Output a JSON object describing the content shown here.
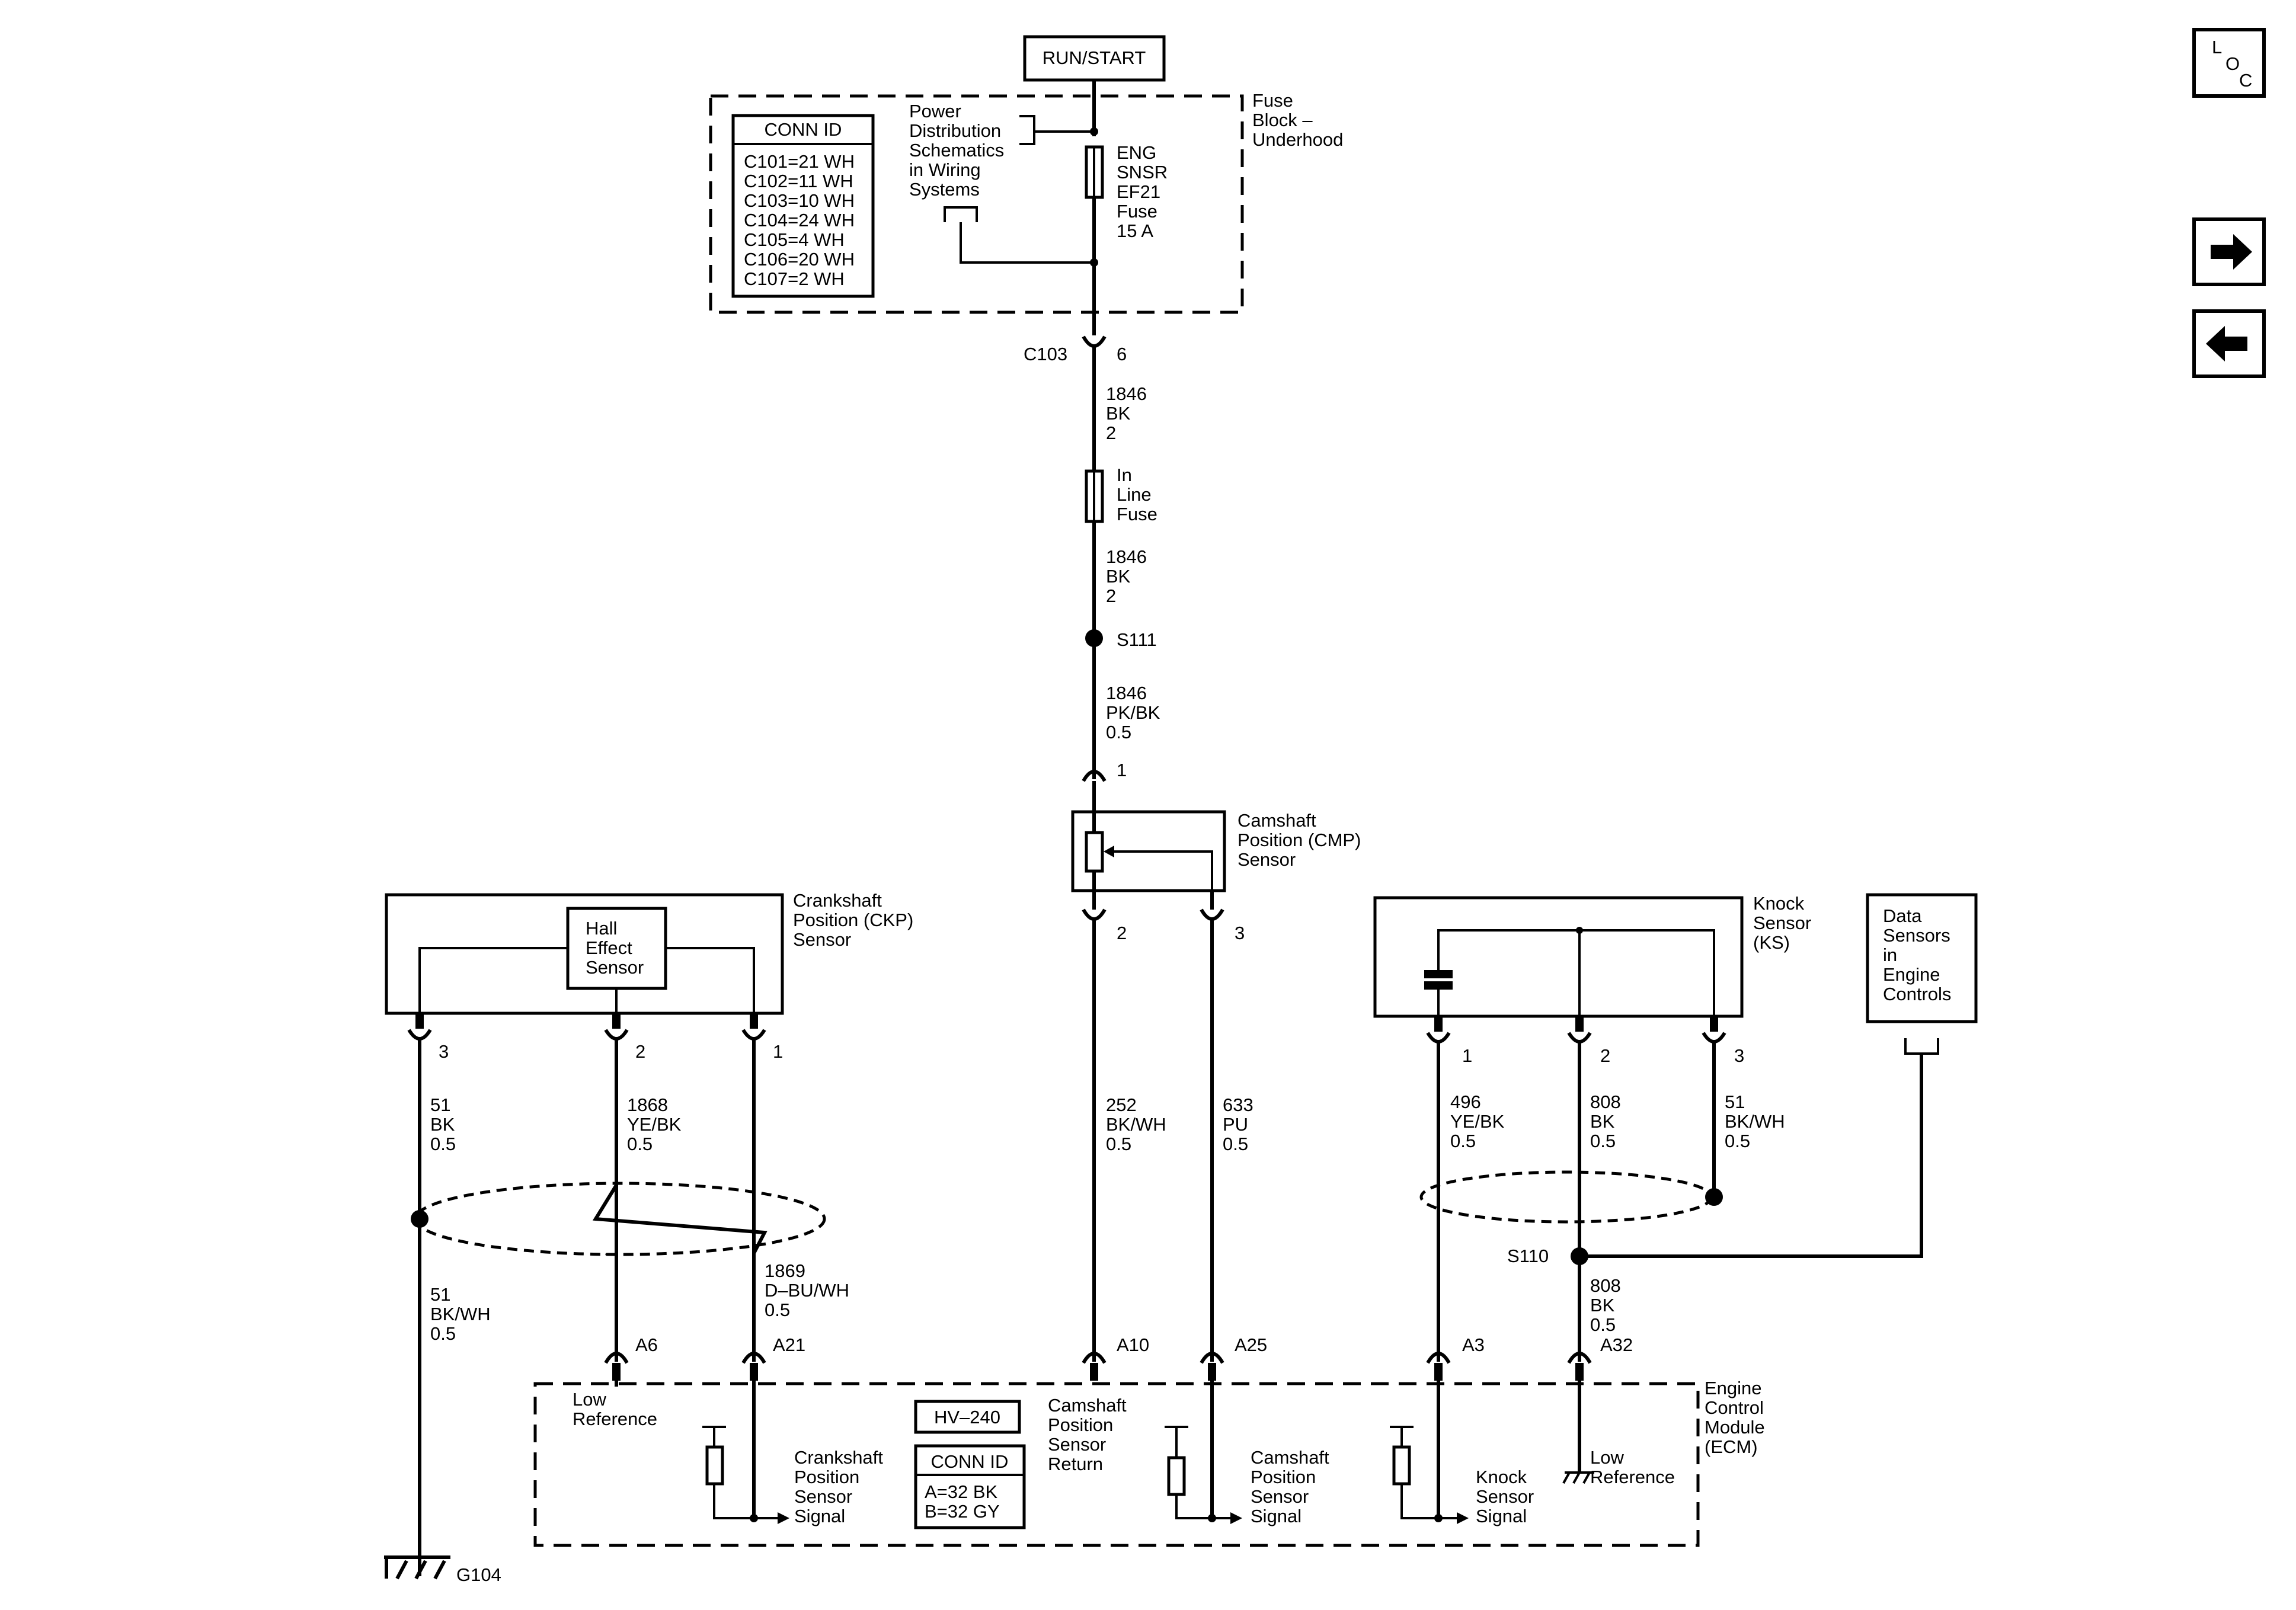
{
  "power_source": "RUN/START",
  "fuse_block": {
    "name": [
      "Fuse",
      "Block –",
      "Underhood"
    ],
    "conn_id_title": "CONN ID",
    "conn_ids": [
      "C101=21 WH",
      "C102=11 WH",
      "C103=10 WH",
      "C104=24 WH",
      "C105=4 WH",
      "C106=20 WH",
      "C107=2 WH"
    ],
    "power_dist_ref": [
      "Power",
      "Distribution",
      "Schematics",
      "in Wiring",
      "Systems"
    ],
    "fuse_label": [
      "ENG",
      "SNSR",
      "EF21",
      "Fuse",
      "15 A"
    ]
  },
  "connector_c103": {
    "name": "C103",
    "pin": "6"
  },
  "wire_top": [
    "1846",
    "BK",
    "2"
  ],
  "inline_fuse": [
    "In",
    "Line",
    "Fuse"
  ],
  "wire_mid": [
    "1846",
    "BK",
    "2"
  ],
  "splice_s111": "S111",
  "wire_to_cmp": [
    "1846",
    "PK/BK",
    "0.5"
  ],
  "cmp_sensor": {
    "name": [
      "Camshaft",
      "Position (CMP)",
      "Sensor"
    ],
    "pins": {
      "supply": "1",
      "return": "2",
      "signal": "3"
    },
    "wire_return": [
      "252",
      "BK/WH",
      "0.5"
    ],
    "wire_signal": [
      "633",
      "PU",
      "0.5"
    ]
  },
  "ckp_sensor": {
    "name": [
      "Crankshaft",
      "Position (CKP)",
      "Sensor"
    ],
    "element": [
      "Hall",
      "Effect",
      "Sensor"
    ],
    "pins": {
      "shield": "3",
      "low_ref": "2",
      "signal": "1"
    },
    "wire_pin3": [
      "51",
      "BK",
      "0.5"
    ],
    "wire_pin2": [
      "1868",
      "YE/BK",
      "0.5"
    ],
    "wire_pin1": [
      "1869",
      "D–BU/WH",
      "0.5"
    ],
    "wire_ground": [
      "51",
      "BK/WH",
      "0.5"
    ]
  },
  "ground_g104": "G104",
  "knock_sensor": {
    "name": [
      "Knock",
      "Sensor",
      "(KS)"
    ],
    "pins": {
      "signal": "1",
      "low_ref": "2",
      "shield": "3"
    },
    "wire_pin1": [
      "496",
      "YE/BK",
      "0.5"
    ],
    "wire_pin2": [
      "808",
      "BK",
      "0.5"
    ],
    "wire_pin3": [
      "51",
      "BK/WH",
      "0.5"
    ],
    "wire_ecm": [
      "808",
      "BK",
      "0.5"
    ]
  },
  "splice_s110": "S110",
  "data_sensors_ref": [
    "Data",
    "Sensors",
    "in",
    "Engine",
    "Controls"
  ],
  "ecm": {
    "name": [
      "Engine",
      "Control",
      "Module",
      "(ECM)"
    ],
    "pins": [
      "A6",
      "A21",
      "A10",
      "A25",
      "A3",
      "A32"
    ],
    "voltage_code": "HV–240",
    "conn_id_title": "CONN ID",
    "conn_ids": [
      "A=32 BK",
      "B=32 GY"
    ],
    "labels": {
      "low_reference_left": [
        "Low",
        "Reference"
      ],
      "ckp_signal": [
        "Crankshaft",
        "Position",
        "Sensor",
        "Signal"
      ],
      "cmp_return": [
        "Camshaft",
        "Position",
        "Sensor",
        "Return"
      ],
      "cmp_signal": [
        "Camshaft",
        "Position",
        "Sensor",
        "Signal"
      ],
      "knock_signal": [
        "Knock",
        "Sensor",
        "Signal"
      ],
      "low_reference_right": [
        "Low",
        "Reference"
      ]
    }
  },
  "nav": {
    "loc_button": [
      "L",
      "O",
      "C"
    ],
    "next_icon": "right-arrow-icon",
    "prev_icon": "left-arrow-icon"
  }
}
